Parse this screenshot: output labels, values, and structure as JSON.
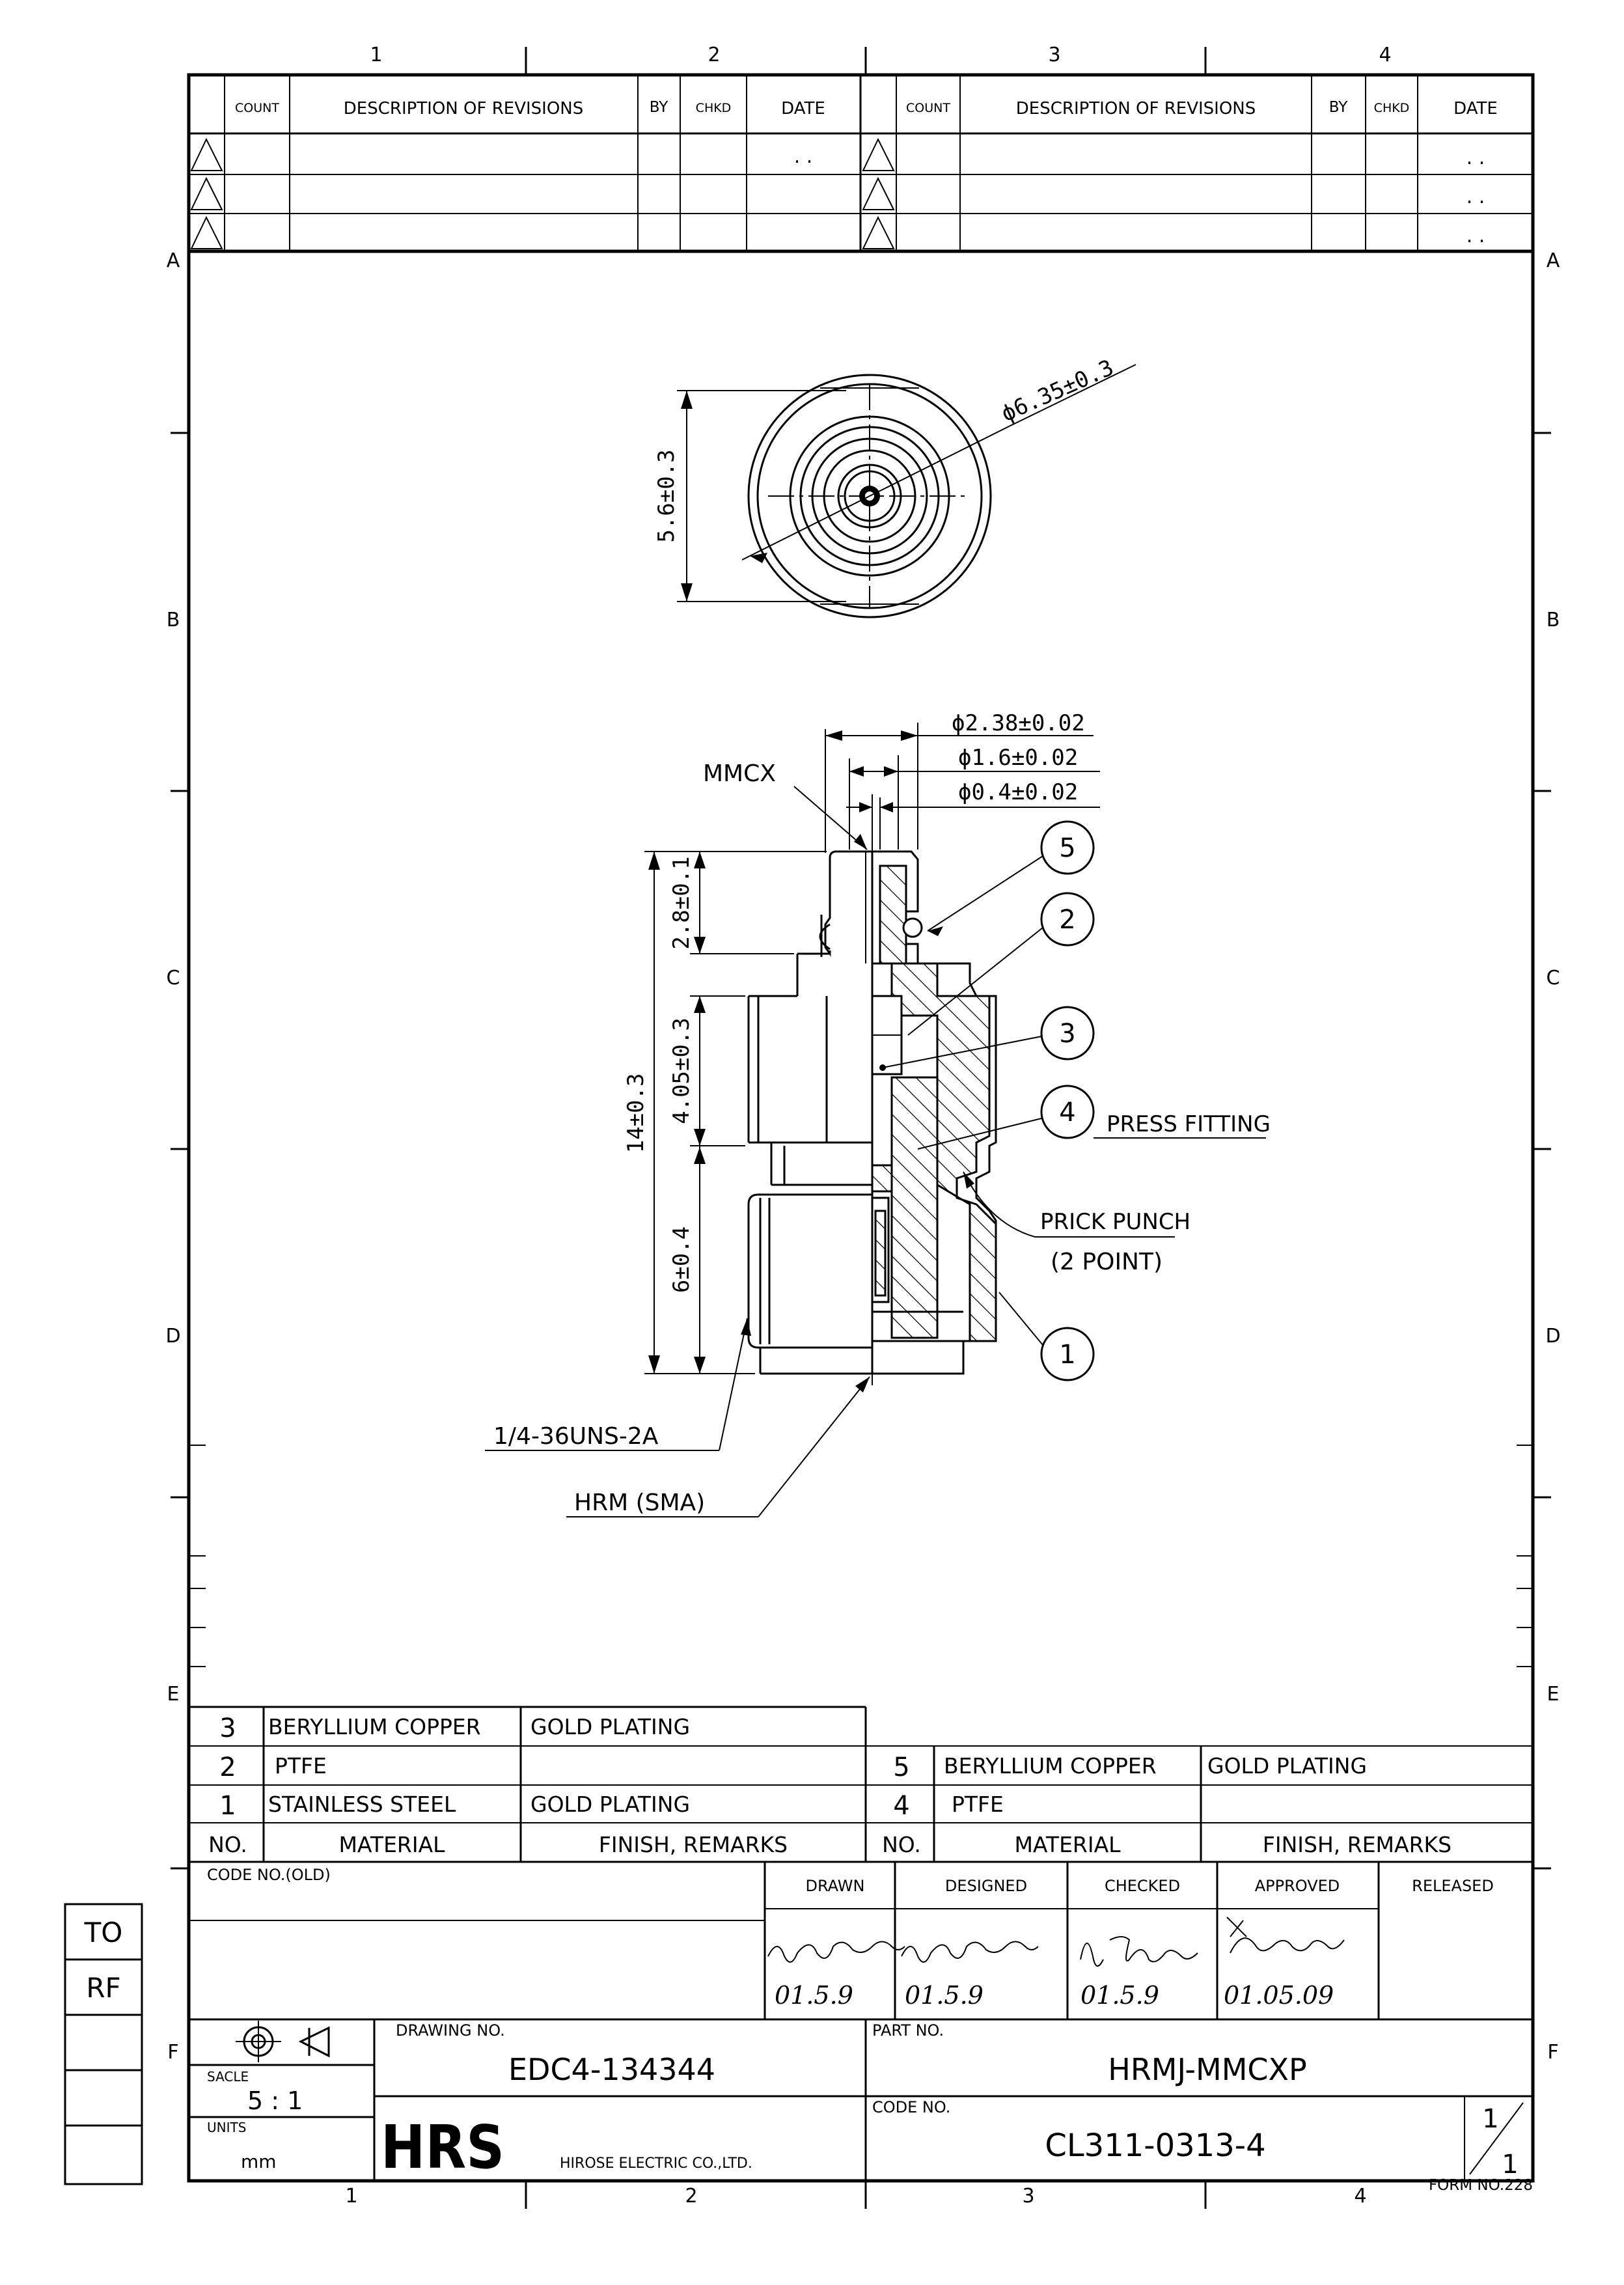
{
  "grid": {
    "columns": [
      "1",
      "2",
      "3",
      "4"
    ],
    "rows": [
      "A",
      "B",
      "C",
      "D",
      "E",
      "F"
    ]
  },
  "revision_table": {
    "headers": {
      "count": "COUNT",
      "description": "DESCRIPTION OF REVISIONS",
      "by": "BY",
      "chkd": "CHKD",
      "date": "DATE"
    },
    "date_placeholder": ". ."
  },
  "dimensions": {
    "front_dia": "ϕ6.35±0.3",
    "front_height": "5.6±0.3",
    "dia_outer": "ϕ2.38±0.02",
    "dia_mid": "ϕ1.6±0.02",
    "dia_pin": "ϕ0.4±0.02",
    "total_length": "14±0.3",
    "len_top": "2.8±0.1",
    "len_mid": "4.05±0.3",
    "len_bottom": "6±0.4"
  },
  "annotations": {
    "mmcx": "MMCX",
    "press_fitting": "PRESS FITTING",
    "prick_punch": "PRICK PUNCH",
    "prick_punch_points": "(2 POINT)",
    "thread": "1/4-36UNS-2A",
    "hrm": "HRM (SMA)"
  },
  "balloons": [
    "5",
    "2",
    "3",
    "4",
    "1"
  ],
  "parts_list": {
    "headers": {
      "no": "NO.",
      "material": "MATERIAL",
      "finish": "FINISH, REMARKS"
    },
    "left": [
      {
        "no": "3",
        "material": "BERYLLIUM COPPER",
        "finish": "GOLD PLATING"
      },
      {
        "no": "2",
        "material": "PTFE",
        "finish": ""
      },
      {
        "no": "1",
        "material": "STAINLESS STEEL",
        "finish": "GOLD PLATING"
      }
    ],
    "right": [
      {
        "no": "5",
        "material": "BERYLLIUM COPPER",
        "finish": "GOLD PLATING"
      },
      {
        "no": "4",
        "material": "PTFE",
        "finish": ""
      }
    ]
  },
  "title_block": {
    "code_no_old_label": "CODE NO.(OLD)",
    "drawn_label": "DRAWN",
    "designed_label": "DESIGNED",
    "checked_label": "CHECKED",
    "approved_label": "APPROVED",
    "released_label": "RELEASED",
    "drawn_date": "01.5.9",
    "designed_date": "01.5.9",
    "checked_date": "01.5.9",
    "approved_date": "01.05.09",
    "drawing_no_label": "DRAWING NO.",
    "drawing_no": "EDC4-134344",
    "part_no_label": "PART NO.",
    "part_no": "HRMJ-MMCXP",
    "scale_label": "SACLE",
    "scale": "5 : 1",
    "units_label": "UNITS",
    "units": "mm",
    "logo": "HRS",
    "company": "HIROSE ELECTRIC CO.,LTD.",
    "code_no_label": "CODE NO.",
    "code_no": "CL311-0313-4",
    "sheet_top": "1",
    "sheet_bottom": "1",
    "form_no": "FORM NO.228"
  },
  "side_box": [
    "TO",
    "RF"
  ]
}
